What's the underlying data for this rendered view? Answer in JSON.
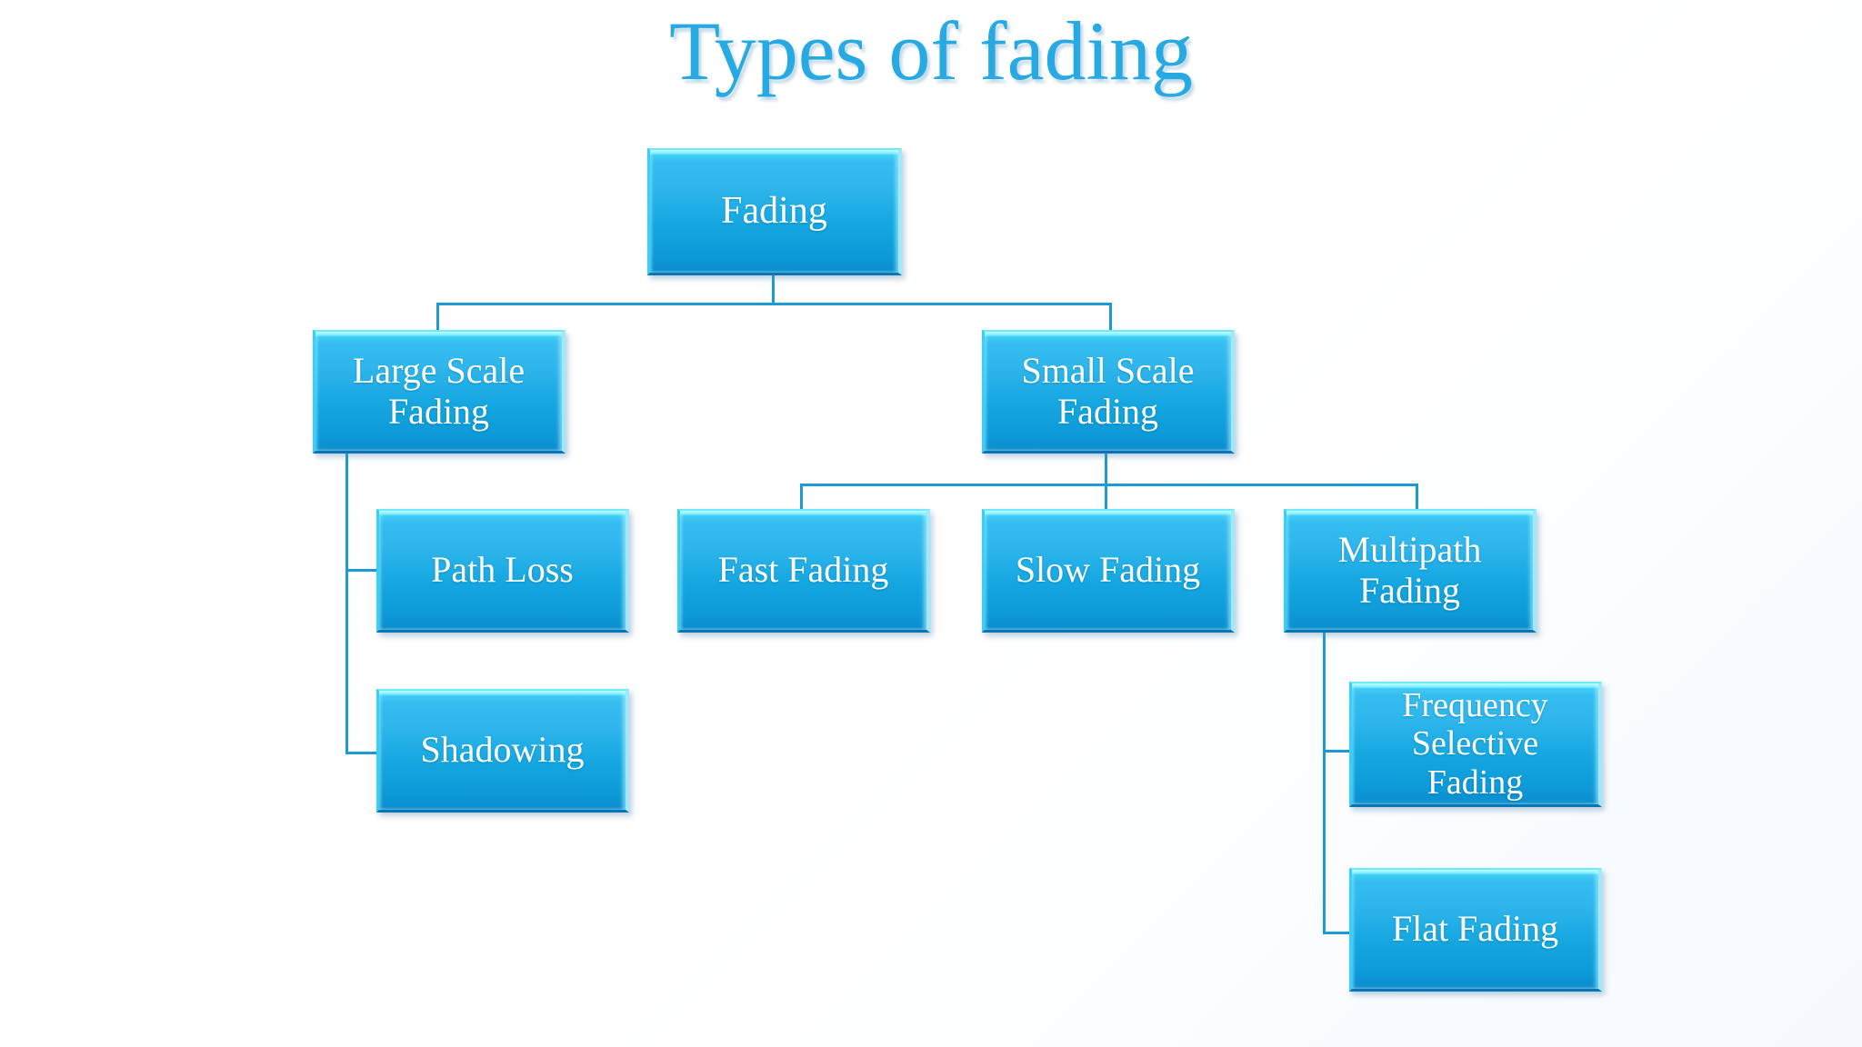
{
  "page": {
    "title": "Types of fading",
    "background_color": "#ffffff",
    "accent_color": "#27a9e3",
    "node_fill_top": "#5fe4fb",
    "node_fill_bottom": "#0a7fc0",
    "connector_color": "#1b9ad6",
    "node_text_color": "#ffffff"
  },
  "diagram": {
    "type": "tree",
    "root": "Fading",
    "nodes": [
      {
        "id": "fading",
        "label": "Fading",
        "level": 0
      },
      {
        "id": "large",
        "label": "Large Scale Fading",
        "level": 1
      },
      {
        "id": "small",
        "label": "Small Scale Fading",
        "level": 1
      },
      {
        "id": "pathloss",
        "label": "Path Loss",
        "level": 2
      },
      {
        "id": "shadowing",
        "label": "Shadowing",
        "level": 2
      },
      {
        "id": "fast",
        "label": "Fast Fading",
        "level": 2
      },
      {
        "id": "slow",
        "label": "Slow Fading",
        "level": 2
      },
      {
        "id": "multipath",
        "label": "Multipath Fading",
        "level": 2
      },
      {
        "id": "freqsel",
        "label": "Frequency Selective Fading",
        "level": 3
      },
      {
        "id": "flat",
        "label": "Flat Fading",
        "level": 3
      }
    ],
    "edges": [
      {
        "from": "fading",
        "to": "large"
      },
      {
        "from": "fading",
        "to": "small"
      },
      {
        "from": "large",
        "to": "pathloss"
      },
      {
        "from": "large",
        "to": "shadowing"
      },
      {
        "from": "small",
        "to": "fast"
      },
      {
        "from": "small",
        "to": "slow"
      },
      {
        "from": "small",
        "to": "multipath"
      },
      {
        "from": "multipath",
        "to": "freqsel"
      },
      {
        "from": "multipath",
        "to": "flat"
      }
    ]
  },
  "labels": {
    "fading": "Fading",
    "large_line1": "Large Scale",
    "large_line2": "Fading",
    "small_line1": "Small Scale",
    "small_line2": "Fading",
    "path_loss": "Path Loss",
    "shadowing": "Shadowing",
    "fast_fading": "Fast Fading",
    "slow_fading": "Slow Fading",
    "multipath_line1": "Multipath",
    "multipath_line2": "Fading",
    "freq_line1": "Frequency",
    "freq_line2": "Selective",
    "freq_line3": "Fading",
    "flat_fading": "Flat Fading"
  }
}
